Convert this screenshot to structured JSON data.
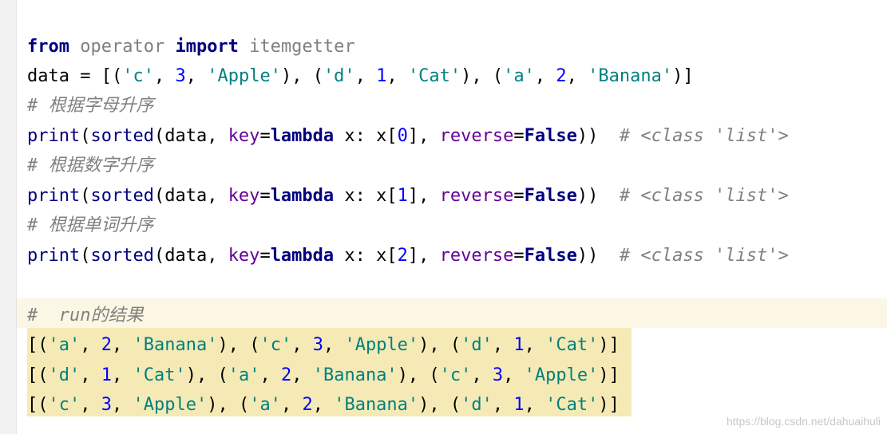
{
  "editor": {
    "line1": {
      "kw_from": "from",
      "mod": "operator",
      "kw_import": "import",
      "name": "itemgetter"
    },
    "line2": {
      "var": "data",
      "op": " = ",
      "open": "[(",
      "s1": "'c'",
      "sep": ", ",
      "n1": "3",
      "s2": "'Apple'",
      "close_open": "), (",
      "s3": "'d'",
      "n2": "1",
      "s4": "'Cat'",
      "s5": "'a'",
      "n3": "2",
      "s6": "'Banana'",
      "close": ")]"
    },
    "comment1": "# 根据字母升序",
    "comment2": "# 根据数字升序",
    "comment3": "# 根据单词升序",
    "print_lines": [
      {
        "print": "print",
        "pre": "(",
        "sorted": "sorted",
        "mid": "(data, ",
        "key": "key",
        "eq": "=",
        "lambda": "lambda",
        "x": " x: x[",
        "idx": "0",
        "rb": "], ",
        "rev": "reverse",
        "eq2": "=",
        "false": "False",
        "end": "))  ",
        "cmt": "# <class 'list'>"
      },
      {
        "print": "print",
        "pre": "(",
        "sorted": "sorted",
        "mid": "(data, ",
        "key": "key",
        "eq": "=",
        "lambda": "lambda",
        "x": " x: x[",
        "idx": "1",
        "rb": "], ",
        "rev": "reverse",
        "eq2": "=",
        "false": "False",
        "end": "))  ",
        "cmt": "# <class 'list'>"
      },
      {
        "print": "print",
        "pre": "(",
        "sorted": "sorted",
        "mid": "(data, ",
        "key": "key",
        "eq": "=",
        "lambda": "lambda",
        "x": " x: x[",
        "idx": "2",
        "rb": "], ",
        "rev": "reverse",
        "eq2": "=",
        "false": "False",
        "end": "))  ",
        "cmt": "# <class 'list'>"
      }
    ],
    "comment_run": "#  run的结果",
    "results": [
      {
        "a": "[(",
        "s1": "'a'",
        "n1": "2",
        "s2": "'Banana'",
        "s3": "'c'",
        "n2": "3",
        "s4": "'Apple'",
        "s5": "'d'",
        "n3": "1",
        "s6": "'Cat'"
      },
      {
        "a": "[(",
        "s1": "'d'",
        "n1": "1",
        "s2": "'Cat'",
        "s3": "'a'",
        "n2": "2",
        "s4": "'Banana'",
        "s5": "'c'",
        "n3": "3",
        "s6": "'Apple'"
      },
      {
        "a": "[(",
        "s1": "'c'",
        "n1": "3",
        "s2": "'Apple'",
        "s3": "'a'",
        "n2": "2",
        "s4": "'Banana'",
        "s5": "'d'",
        "n3": "1",
        "s6": "'Cat'"
      }
    ]
  },
  "watermark": "https://blog.csdn.net/dahuaihuli"
}
